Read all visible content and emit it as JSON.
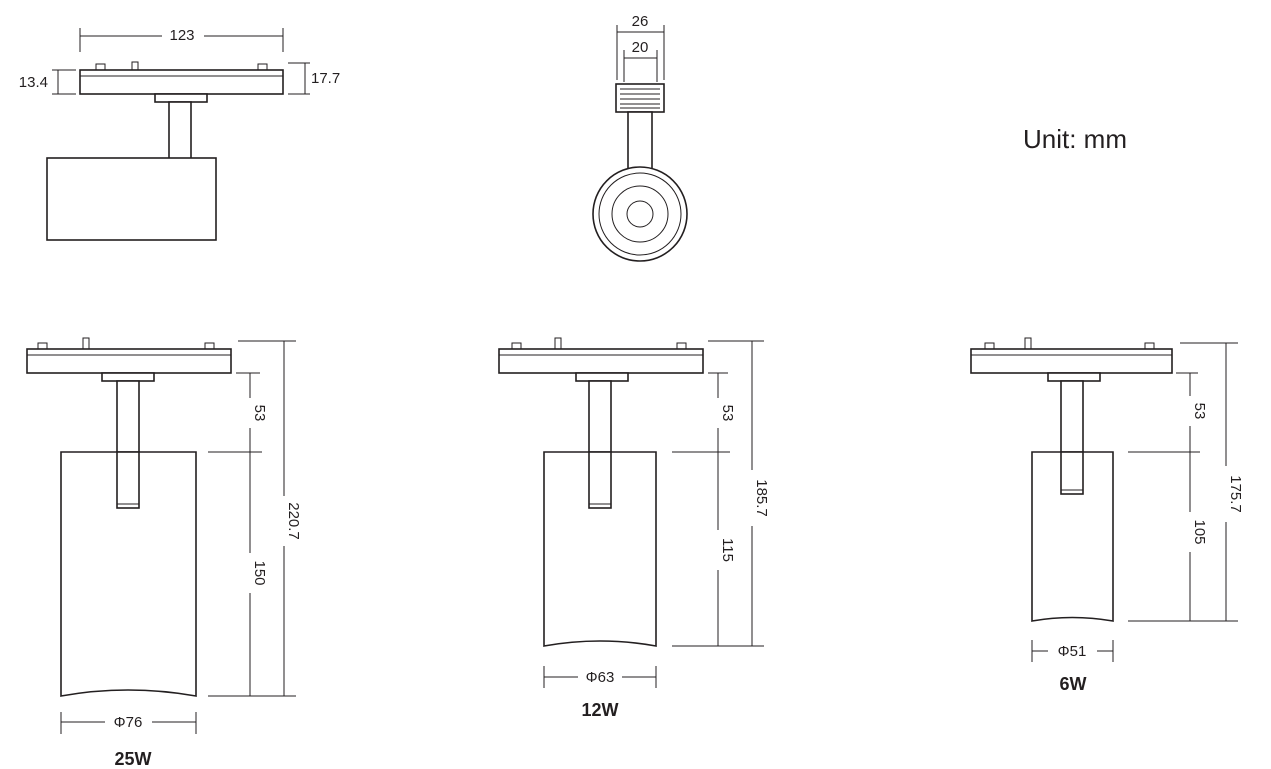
{
  "unit_label": "Unit: mm",
  "top_views": {
    "side": {
      "width": "123",
      "left_height": "13.4",
      "right_height": "17.7"
    },
    "front": {
      "outer_width": "26",
      "inner_width": "20"
    }
  },
  "models": [
    {
      "name": "25W",
      "stem": "53",
      "body": "150",
      "total": "220.7",
      "diameter": "Φ76"
    },
    {
      "name": "12W",
      "stem": "53",
      "body": "115",
      "total": "185.7",
      "diameter": "Φ63"
    },
    {
      "name": "6W",
      "stem": "53",
      "body": "105",
      "total": "175.7",
      "diameter": "Φ51"
    }
  ]
}
